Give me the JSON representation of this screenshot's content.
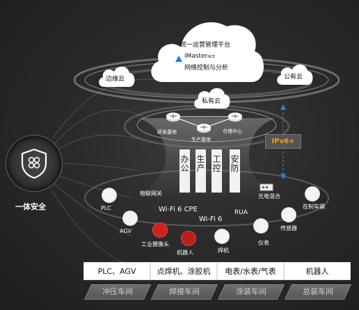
{
  "platform": {
    "title": "统一运营管理平台",
    "product_name": "iMaster",
    "product_suffix": "NCE",
    "subtitle": "网络控制与分析"
  },
  "clouds": {
    "edge": "边缘云",
    "public": "公有云",
    "private": "私有云"
  },
  "nodes": {
    "rd_base": "研发基地",
    "production_base": "生产基地",
    "warehouse_center": "仓储中心"
  },
  "ipv6_label": "IPv6+",
  "pillars": [
    {
      "label": "办公"
    },
    {
      "label": "生产"
    },
    {
      "label": "工控"
    },
    {
      "label": "安防"
    }
  ],
  "security": {
    "label": "一体安全"
  },
  "network_labels": {
    "iot_gateway": "物联网关",
    "optical_mixing": "光电混合",
    "wifi6_cpe": "Wi-Fi 6 CPE",
    "wifi6": "Wi-Fi 6",
    "rua": "RUA"
  },
  "devices": {
    "plc": "PLC",
    "agv": "AGV",
    "industrial_camera": "工业摄像头",
    "robot": "机器人",
    "welder": "焊机",
    "meter": "仪表",
    "sensor": "传感器",
    "vehicle": "在制车辆"
  },
  "workshops": [
    {
      "equipment": "PLC、AGV",
      "name": "冲压车间"
    },
    {
      "equipment": "点焊机、涂胶机",
      "name": "焊接车间"
    },
    {
      "equipment": "电表/水表/气表",
      "name": "涂装车间"
    },
    {
      "equipment": "机器人",
      "name": "总装车间"
    }
  ],
  "colors": {
    "accent_orange": "#f0a020",
    "dark_bg": "#2a2a2a"
  }
}
